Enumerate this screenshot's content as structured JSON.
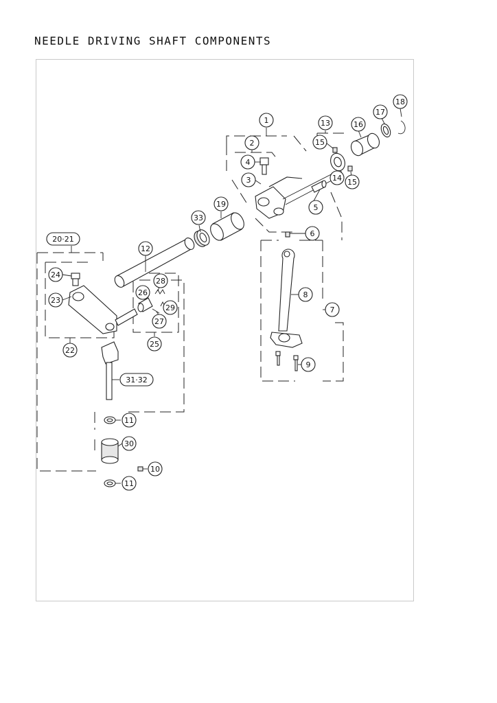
{
  "title": "NEEDLE DRIVING SHAFT COMPONENTS",
  "callouts": {
    "c1": "1",
    "c2": "2",
    "c3": "3",
    "c4": "4",
    "c5": "5",
    "c6": "6",
    "c7": "7",
    "c8": "8",
    "c9": "9",
    "c10": "10",
    "c11a": "11",
    "c11b": "11",
    "c12": "12",
    "c13": "13",
    "c14": "14",
    "c15a": "15",
    "c15b": "15",
    "c16": "16",
    "c17": "17",
    "c18": "18",
    "c19": "19",
    "c2021": "20·21",
    "c22": "22",
    "c23": "23",
    "c24": "24",
    "c25": "25",
    "c26": "26",
    "c27": "27",
    "c28": "28",
    "c29": "29",
    "c30": "30",
    "c3132": "31·32",
    "c33": "33"
  }
}
